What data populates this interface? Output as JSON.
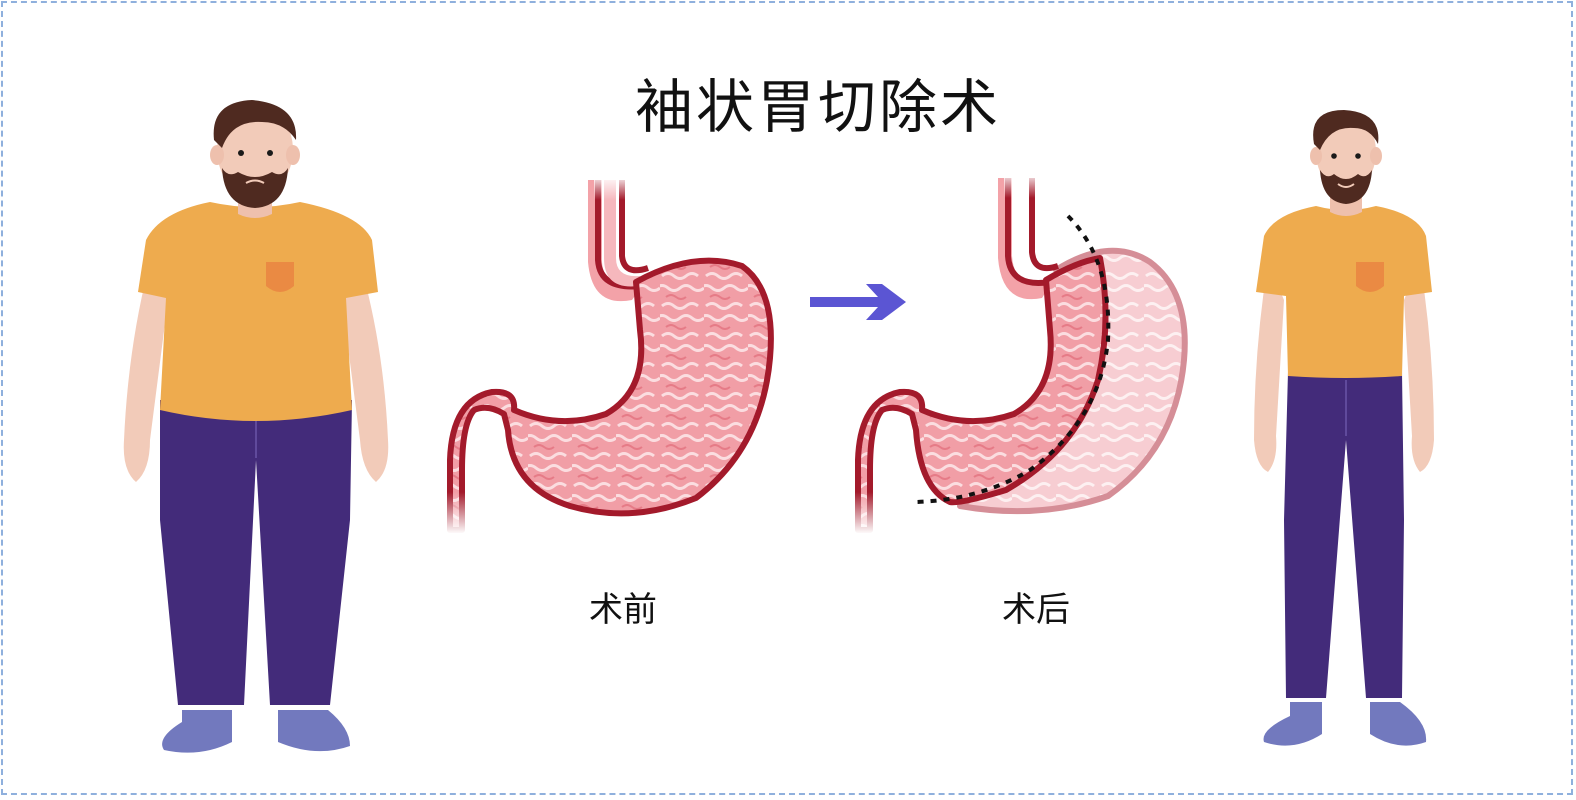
{
  "title": "袖状胃切除术",
  "labels": {
    "before": "术前",
    "after": "术后"
  },
  "icons": {
    "person_before": "overweight-man-figure",
    "person_after": "slim-man-figure",
    "stomach_before": "stomach-full",
    "stomach_after": "stomach-sleeve",
    "arrow": "right-arrow-icon"
  },
  "colors": {
    "shirt": "#eeab4e",
    "pocket": "#ea8a43",
    "pants": "#432b7a",
    "skin": "#f2cbb9",
    "hair": "#4f2a20",
    "shoes": "#7279be",
    "stomach_fill": "#f3a2a8",
    "stomach_outline": "#a31a2b",
    "arrow": "#5b55d3",
    "frame": "#8fb0dd"
  }
}
